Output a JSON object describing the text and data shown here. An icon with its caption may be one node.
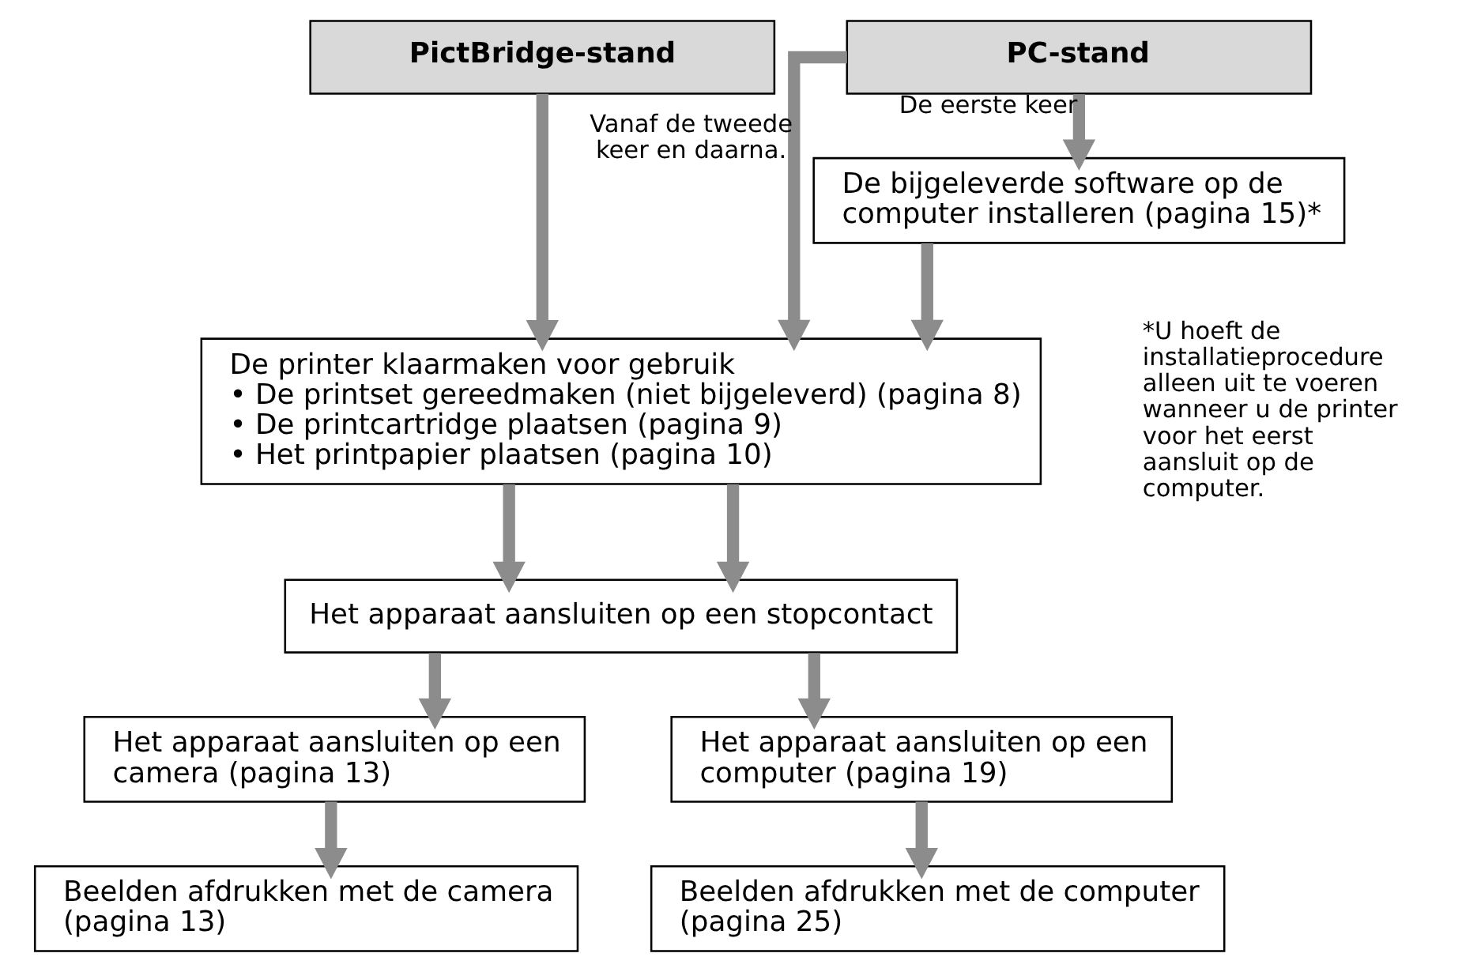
{
  "diagram": {
    "nodes": [
      {
        "text": [
          "PictBridge-stand"
        ]
      },
      {
        "text": [
          "PC-stand"
        ]
      },
      {
        "text": [
          "De bijgeleverde software op de computer installeren (pagina 15)*"
        ]
      },
      {
        "text": [
          "De printer klaarmaken voor gebruik",
          "• De printset gereedmaken (niet bijgeleverd) (pagina 8)",
          "• De printcartridge plaatsen (pagina 9)",
          "• Het printpapier plaatsen (pagina 10)"
        ]
      },
      {
        "text": [
          "Het apparaat aansluiten op een stopcontact"
        ]
      },
      {
        "text": [
          "Het apparaat aansluiten op een camera (pagina 13)"
        ]
      },
      {
        "text": [
          "Het apparaat aansluiten op een computer (pagina 19)"
        ]
      },
      {
        "text": [
          "Beelden afdrukken met de camera (pagina 13)"
        ]
      },
      {
        "text": [
          "Beelden afdrukken met de computer (pagina 25)"
        ]
      }
    ],
    "edges": [
      {
        "from": 0,
        "to": 3,
        "arrow": "to"
      },
      {
        "from": 1,
        "to": 3,
        "arrow": "to",
        "label": "Vanaf de tweede keer en daarna."
      },
      {
        "from": 1,
        "to": 2,
        "arrow": "to",
        "label": "De eerste keer"
      },
      {
        "from": 2,
        "to": 3,
        "arrow": "to"
      },
      {
        "from": 3,
        "to": 4,
        "arrow": "to"
      },
      {
        "from": 3,
        "to": 4,
        "arrow": "to"
      },
      {
        "from": 4,
        "to": 5,
        "arrow": "to"
      },
      {
        "from": 4,
        "to": 6,
        "arrow": "to"
      },
      {
        "from": 5,
        "to": 7,
        "arrow": "to"
      },
      {
        "from": 6,
        "to": 8,
        "arrow": "to"
      }
    ],
    "labels": [
      "*U hoeft de installatieprocedure alleen uit te voeren wanneer u de printer voor het eerst aansluit op de computer."
    ]
  }
}
